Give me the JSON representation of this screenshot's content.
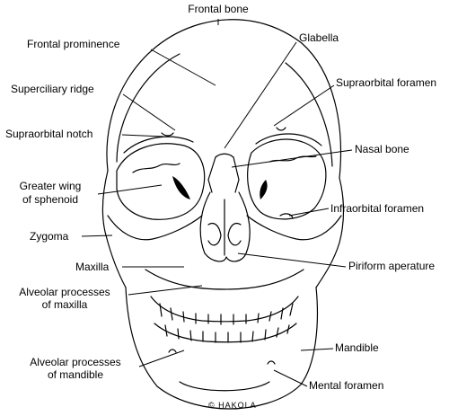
{
  "labels": {
    "frontal_bone": "Frontal bone",
    "frontal_prominence": "Frontal prominence",
    "glabella": "Glabella",
    "superciliary_ridge": "Superciliary ridge",
    "supraorbital_foramen": "Supraorbital foramen",
    "supraorbital_notch": "Supraorbital notch",
    "nasal_bone": "Nasal bone",
    "greater_wing_line1": "Greater wing",
    "greater_wing_line2": "of sphenoid",
    "infraorbital_foramen": "Infraorbital foramen",
    "zygoma": "Zygoma",
    "maxilla": "Maxilla",
    "piriform_aperature": "Piriform aperature",
    "alveolar_maxilla_line1": "Alveolar processes",
    "alveolar_maxilla_line2": "of maxilla",
    "mandible": "Mandible",
    "alveolar_mandible_line1": "Alveolar processes",
    "alveolar_mandible_line2": "of mandible",
    "mental_foramen": "Mental foramen"
  },
  "signature": "© HAKOLA",
  "colors": {
    "line": "#000000",
    "background": "#ffffff"
  }
}
